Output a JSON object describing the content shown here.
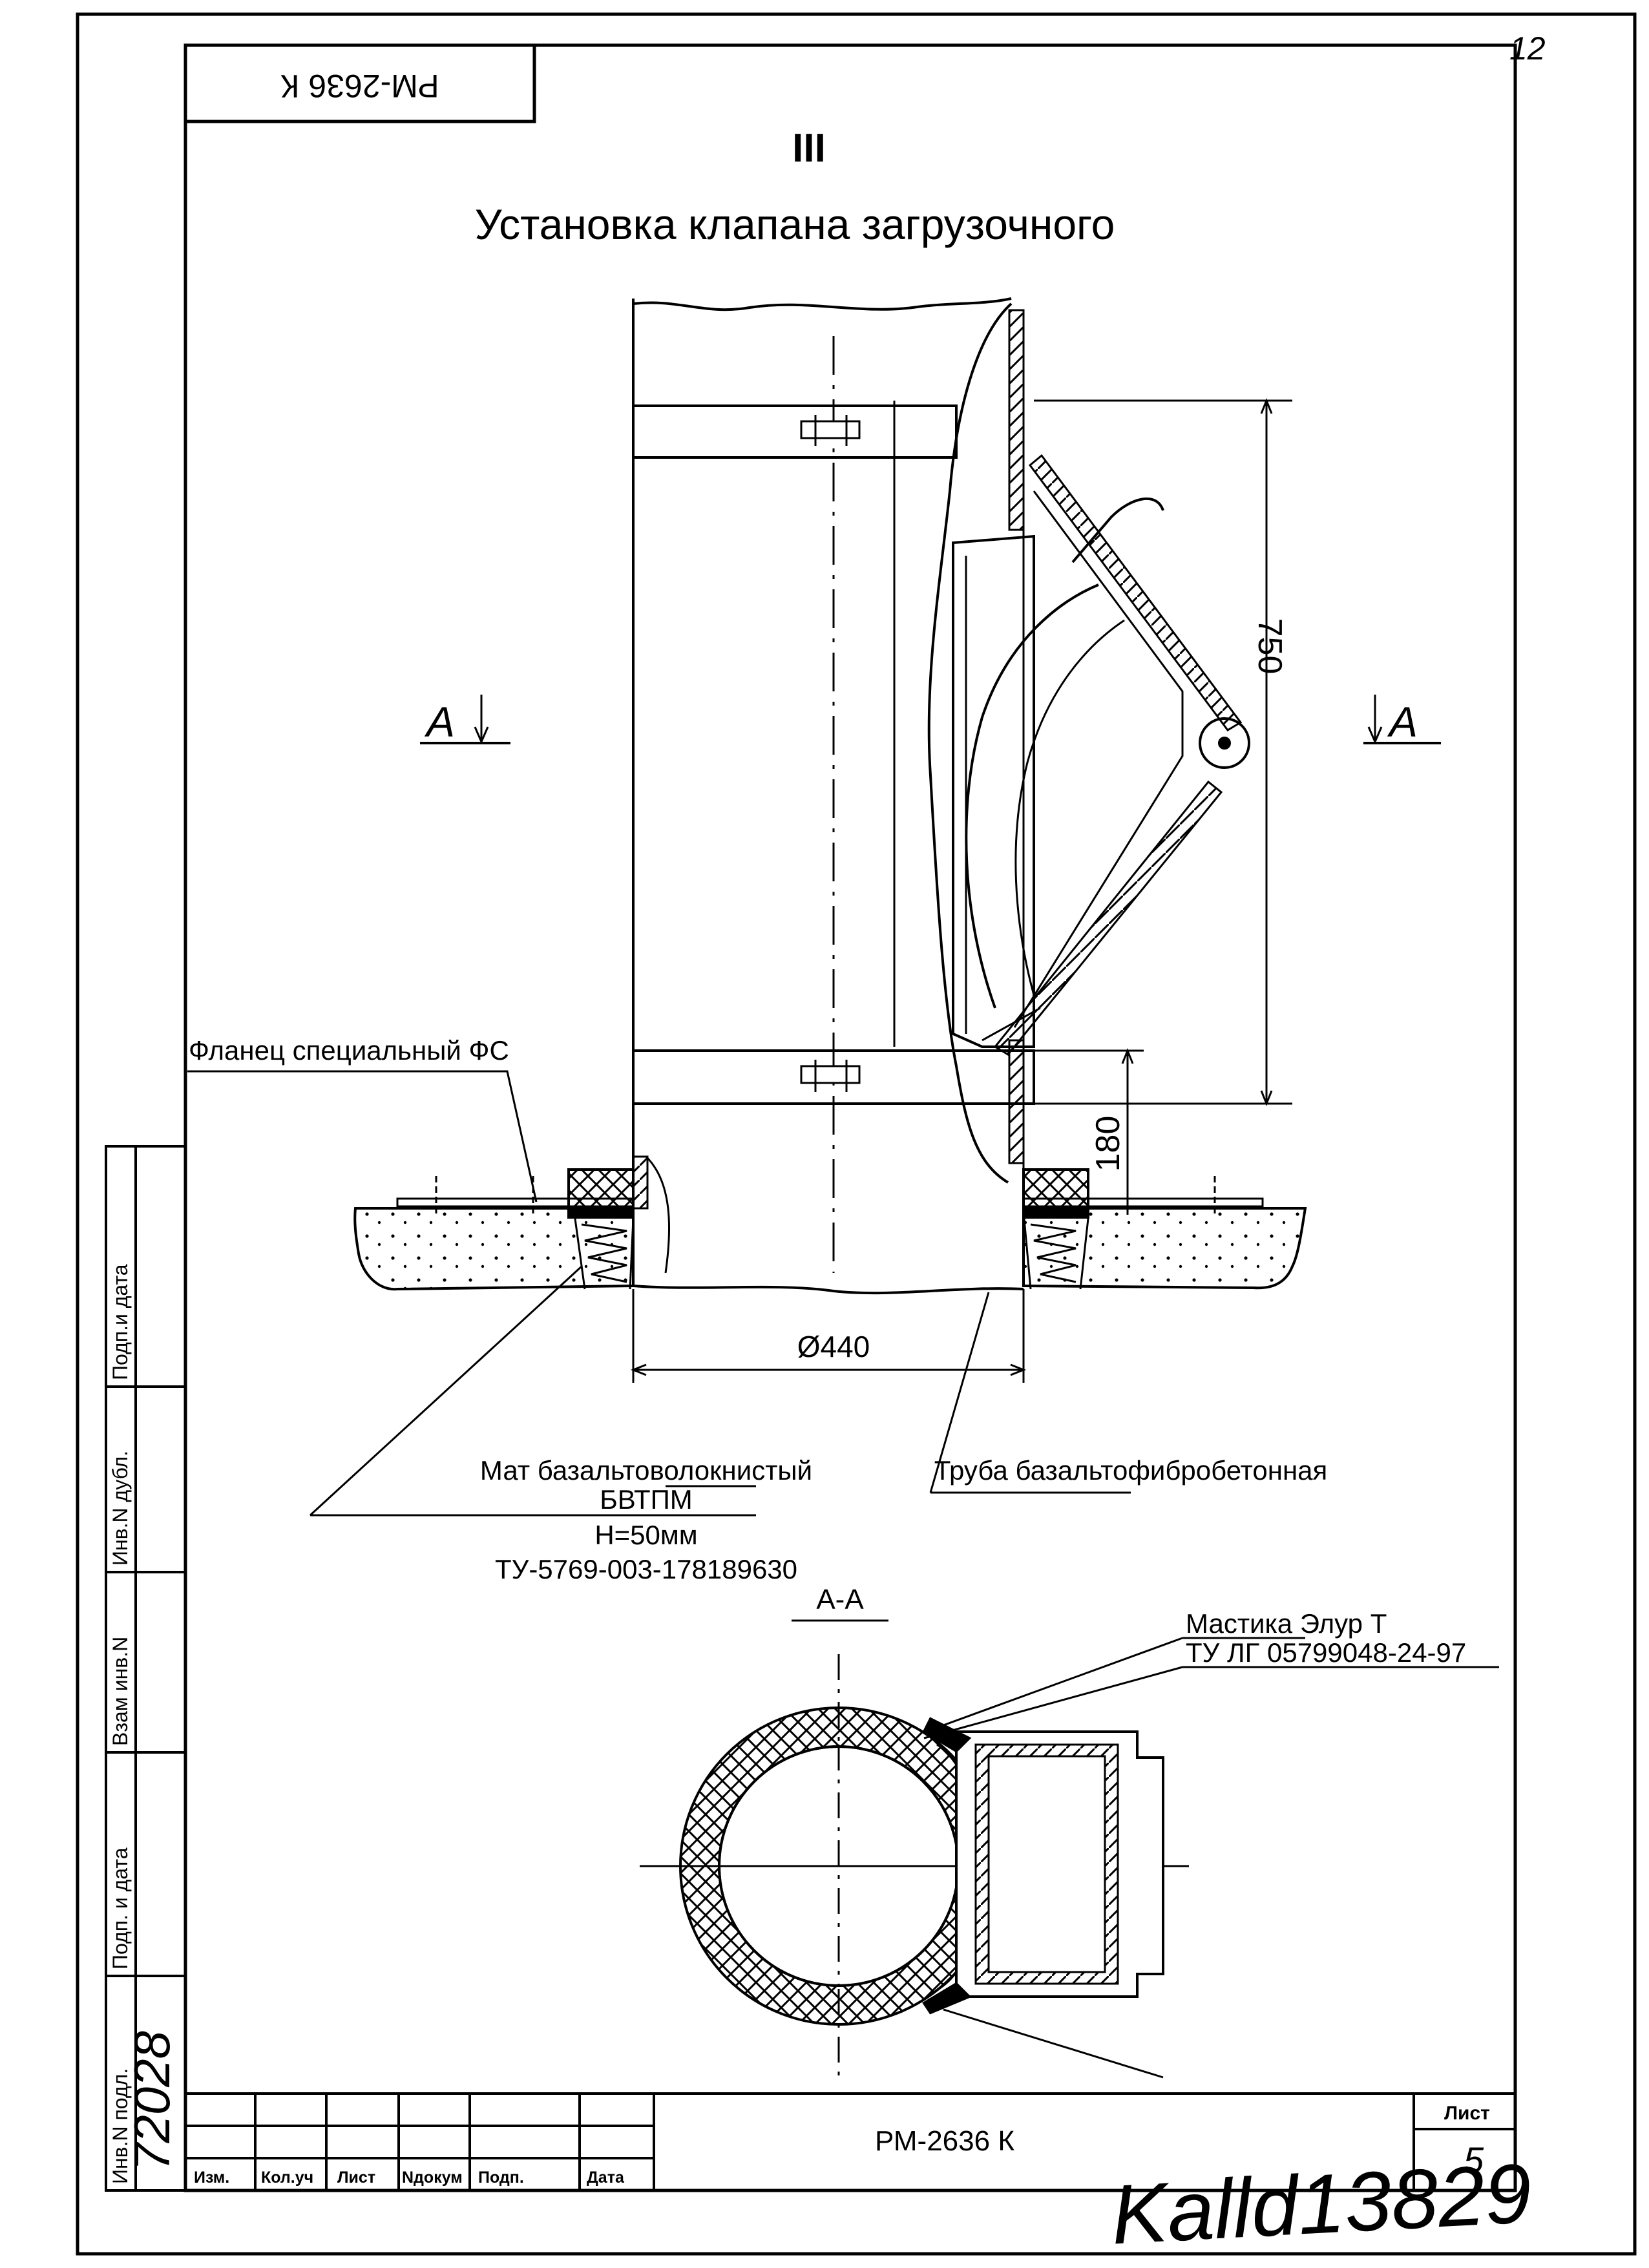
{
  "sheet": {
    "page_number_top": "12",
    "stamp_code_rotated": "РМ-2636 К",
    "view_number": "III",
    "title": "Установка клапана загрузочного",
    "code": "РМ-2636 К",
    "sheet_label": "Лист",
    "sheet_number": "5",
    "signature_text": "Kalld13829"
  },
  "side_stamp": {
    "cells": [
      "Подп.и дата",
      "Инв.N дубл.",
      "Взам инв.N",
      "Подп. и дата",
      "Инв.N подл."
    ],
    "inv_handwritten": "72028"
  },
  "title_block": {
    "columns": [
      "Изм.",
      "Кол.уч",
      "Лист",
      "Nдокум",
      "Подп.",
      "Дата"
    ]
  },
  "drawing": {
    "section_marker_left": "A",
    "section_marker_right": "A",
    "dim_height_750": "750",
    "dim_height_180": "180",
    "dim_diameter": "Ø440",
    "label_flange": "Фланец специальный ФС",
    "label_mat_line1": "Мат базальтоволокнистый",
    "label_mat_line2": "БВТПМ",
    "label_mat_line3": "Н=50мм",
    "label_mat_line4": "ТУ-5769-003-178189630",
    "label_pipe": "Труба базальтофибробетонная",
    "section_title": "А-А",
    "label_mastic_line1": "Мастика Элур Т",
    "label_mastic_line2": "ТУ ЛГ 05799048-24-97"
  }
}
